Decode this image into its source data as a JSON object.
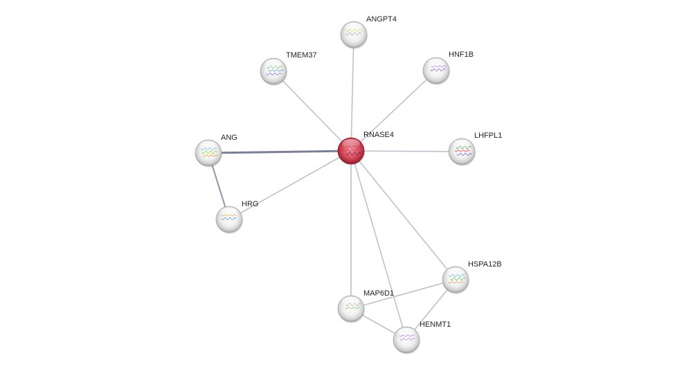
{
  "network": {
    "nodes": [
      {
        "id": "RNASE4",
        "label": "RNASE4",
        "query": true,
        "structure_colors": [
          "#b03050",
          "#d04060",
          "#8a2040"
        ]
      },
      {
        "id": "ANGPT4",
        "label": "ANGPT4",
        "query": false,
        "structure_colors": [
          "#c8d860",
          "#a0c0a0"
        ]
      },
      {
        "id": "TMEM37",
        "label": "TMEM37",
        "query": false,
        "structure_colors": [
          "#70c070",
          "#60a0d0",
          "#a070d0"
        ]
      },
      {
        "id": "HNF1B",
        "label": "HNF1B",
        "query": false,
        "structure_colors": [
          "#b080e0",
          "#9070c8"
        ]
      },
      {
        "id": "ANG",
        "label": "ANG",
        "query": false,
        "structure_colors": [
          "#60c0d0",
          "#a0d040",
          "#e0a040"
        ]
      },
      {
        "id": "LHFPL1",
        "label": "LHFPL1",
        "query": false,
        "structure_colors": [
          "#50a050",
          "#e04040",
          "#7070e0"
        ]
      },
      {
        "id": "HRG",
        "label": "HRG",
        "query": false,
        "structure_colors": [
          "#e0a030",
          "#60a0d0"
        ]
      },
      {
        "id": "HSPA12B",
        "label": "HSPA12B",
        "query": false,
        "structure_colors": [
          "#60b0e0",
          "#80c060",
          "#e0a070"
        ]
      },
      {
        "id": "MAP6D1",
        "label": "MAP6D1",
        "query": false,
        "structure_colors": [
          "#b0b090",
          "#90c090"
        ]
      },
      {
        "id": "HENMT1",
        "label": "HENMT1",
        "query": false,
        "structure_colors": [
          "#a070d0",
          "#c090e0"
        ]
      }
    ],
    "edges": [
      {
        "source": "RNASE4",
        "target": "ANG",
        "strength": "strong"
      },
      {
        "source": "RNASE4",
        "target": "ANGPT4",
        "strength": "weak"
      },
      {
        "source": "RNASE4",
        "target": "TMEM37",
        "strength": "weak"
      },
      {
        "source": "RNASE4",
        "target": "HNF1B",
        "strength": "weak"
      },
      {
        "source": "RNASE4",
        "target": "LHFPL1",
        "strength": "weak"
      },
      {
        "source": "RNASE4",
        "target": "HRG",
        "strength": "weak"
      },
      {
        "source": "RNASE4",
        "target": "HSPA12B",
        "strength": "weak"
      },
      {
        "source": "RNASE4",
        "target": "MAP6D1",
        "strength": "weak"
      },
      {
        "source": "RNASE4",
        "target": "HENMT1",
        "strength": "weak"
      },
      {
        "source": "ANG",
        "target": "HRG",
        "strength": "medium"
      },
      {
        "source": "HSPA12B",
        "target": "MAP6D1",
        "strength": "weak"
      },
      {
        "source": "HSPA12B",
        "target": "HENMT1",
        "strength": "weak"
      },
      {
        "source": "MAP6D1",
        "target": "HENMT1",
        "strength": "weak"
      }
    ],
    "colors": {
      "query_node": "#cc3344",
      "other_node": "#e6e6e6",
      "edge_strong": "#7a7f96",
      "edge_medium": "#9a9cb0",
      "edge_weak": "#c0c0cc"
    }
  }
}
